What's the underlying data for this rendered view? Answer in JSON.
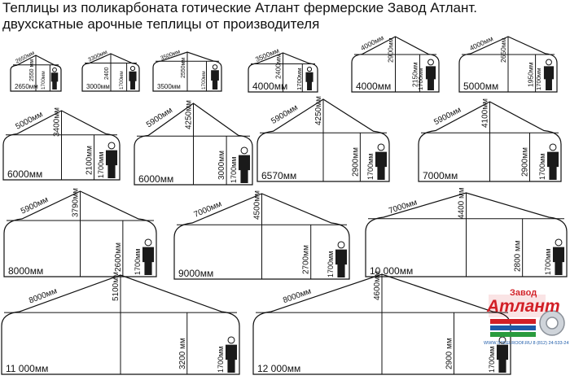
{
  "title_line1": "Теплицы из поликарбоната готические Атлант фермерские Завод Атлант.",
  "title_line2": "двухскатные арочные теплицы от производителя",
  "logo": {
    "top": "Завод",
    "name": "Атлант",
    "url": "WWW.STEELROOF.RU 8 (812) 24-533-24",
    "color": "#d21f26"
  },
  "greenhouses": [
    {
      "width": "2650мм",
      "labels": [
        "2650мм",
        "2550 мм",
        "1700мм"
      ]
    },
    {
      "width": "3000мм",
      "labels": [
        "3300мм",
        "2400",
        "1700мм"
      ]
    },
    {
      "width": "3500мм",
      "labels": [
        "3500мм",
        "2550мм",
        "1700мм"
      ]
    },
    {
      "width": "4000мм",
      "labels": [
        "3500мм",
        "2400мм",
        "1700мм"
      ]
    },
    {
      "width": "4000мм",
      "labels": [
        "4000мм",
        "2900мм",
        "2150мм",
        "1700мм"
      ]
    },
    {
      "width": "5000мм",
      "labels": [
        "4000мм",
        "2650мм",
        "1950мм",
        "1700мм"
      ]
    },
    {
      "width": "6000мм",
      "labels": [
        "5000мм",
        "3400мм",
        "2100мм",
        "1700мм"
      ]
    },
    {
      "width": "6000мм",
      "labels": [
        "5900мм",
        "4250мм",
        "3000мм",
        "1700мм"
      ]
    },
    {
      "width": "6570мм",
      "labels": [
        "5900мм",
        "4250мм",
        "2900мм",
        "1700мм"
      ]
    },
    {
      "width": "7000мм",
      "labels": [
        "5900мм",
        "4100мм",
        "2900мм",
        "1700мм"
      ]
    },
    {
      "width": "8000мм",
      "labels": [
        "5900мм",
        "3790мм",
        "2600мм",
        "1700мм"
      ]
    },
    {
      "width": "9000мм",
      "labels": [
        "7000мм",
        "4500мм",
        "2700мм",
        "1700мм"
      ]
    },
    {
      "width": "10 000мм",
      "labels": [
        "7000мм",
        "4400 мм",
        "2800 мм",
        "1700мм"
      ]
    },
    {
      "width": "11 000мм",
      "labels": [
        "8000мм",
        "5100мм",
        "3200 мм",
        "1700мм"
      ]
    },
    {
      "width": "12 000мм",
      "labels": [
        "8000мм",
        "4600мм",
        "2900 мм",
        "1700мм"
      ]
    }
  ]
}
